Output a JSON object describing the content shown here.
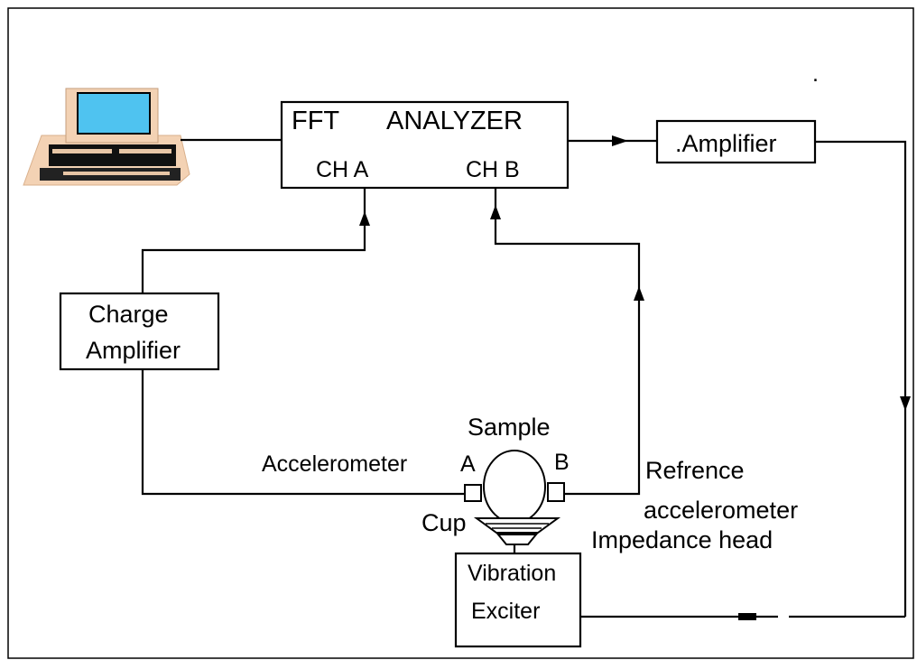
{
  "fft_analyzer": {
    "title_left": "FFT",
    "title_right": "ANALYZER",
    "ch_a": "CH A",
    "ch_b": "CH B"
  },
  "amplifier": {
    "label": ".Amplifier"
  },
  "charge_amplifier": {
    "line1": "Charge",
    "line2": "Amplifier"
  },
  "vibration_exciter": {
    "line1": "Vibration",
    "line2": "Exciter"
  },
  "labels": {
    "sample": "Sample",
    "accelerometer": "Accelerometer",
    "point_a": "A",
    "point_b": "B",
    "refrence": "Refrence",
    "accelerometer2": "accelerometer",
    "cup": "Cup",
    "impedance_head": "Impedance head",
    "dot": "."
  },
  "colors": {
    "screen": "#4fc3f0",
    "computer_body": "#f3d2b4",
    "line": "#000000"
  }
}
